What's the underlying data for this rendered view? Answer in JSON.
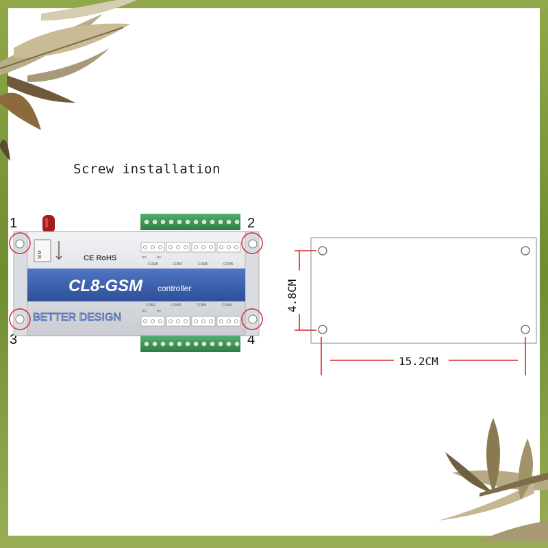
{
  "caption": "Screw installation",
  "corners": [
    "1",
    "2",
    "3",
    "4"
  ],
  "device": {
    "model": "CL8-GSM",
    "subtitle": "controller",
    "brand": "BETTER DESIGN",
    "cert": "CE RoHS",
    "sim_label": "SIM",
    "top_relays": [
      "COM8",
      "COM7",
      "COM6",
      "COM5"
    ],
    "bottom_relays": [
      "COM1",
      "COM2",
      "COM3",
      "COM4"
    ],
    "contact_no": "NO",
    "contact_nc": "NC"
  },
  "dimensions": {
    "height": "4.8CM",
    "width": "15.2CM"
  },
  "colors": {
    "accent_red": "#d9262b",
    "device_blue": "#3d62b3",
    "terminal_green": "#3f9e5b"
  }
}
